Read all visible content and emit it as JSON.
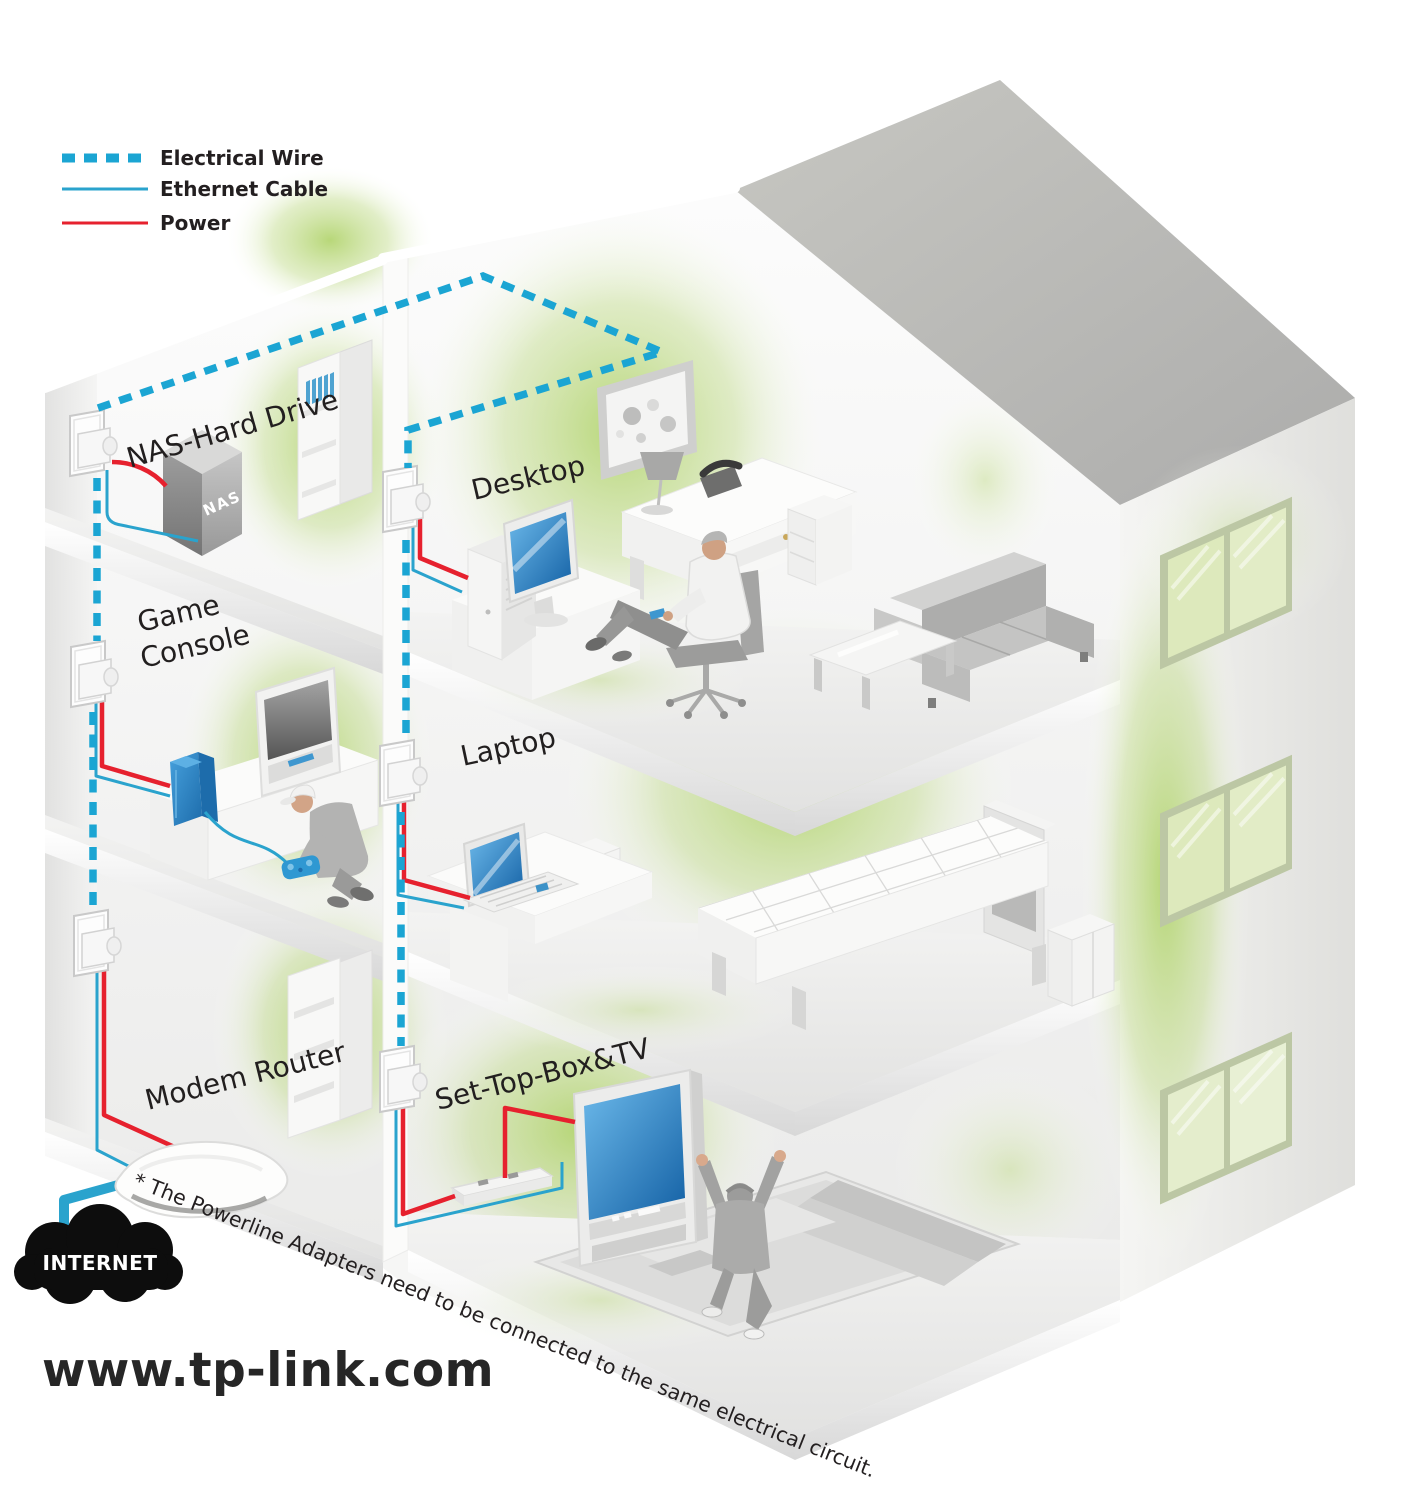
{
  "legend": {
    "items": [
      {
        "key": "electrical-wire",
        "label": "Electrical Wire"
      },
      {
        "key": "ethernet-cable",
        "label": "Ethernet Cable"
      },
      {
        "key": "power",
        "label": "Power"
      }
    ]
  },
  "rooms": {
    "nas": {
      "label": "NAS-Hard Drive",
      "device": "NAS"
    },
    "desktop": {
      "label": "Desktop"
    },
    "game_console": {
      "line1": "Game",
      "line2": "Console"
    },
    "laptop": {
      "label": "Laptop"
    },
    "modem_router": {
      "label": "Modem Router"
    },
    "set_top": {
      "label": "Set-Top-Box&TV"
    }
  },
  "internet": {
    "label": "INTERNET"
  },
  "footer": {
    "website": "www.tp-link.com",
    "note": "* The Powerline Adapters need to be connected to the same electrical circuit."
  },
  "colors": {
    "electrical_wire": "#1ba5d3",
    "ethernet_cable": "#2aa3cd",
    "power": "#e6212e",
    "glow_green": "#b6d577",
    "text": "#231f20"
  }
}
